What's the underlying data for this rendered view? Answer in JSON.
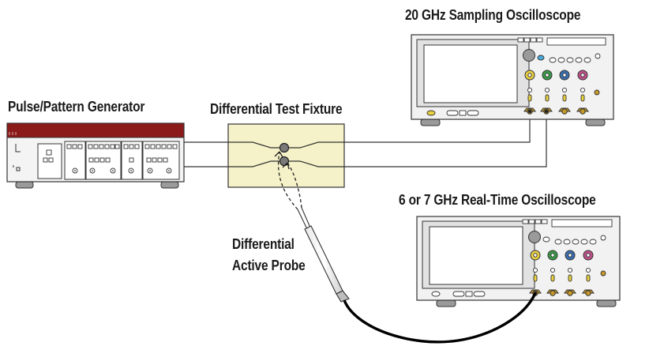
{
  "labels": {
    "sampling_scope": "20 GHz Sampling Oscilloscope",
    "pattern_generator": "Pulse/Pattern Generator",
    "test_fixture": "Differential Test Fixture",
    "realtime_scope": "6 or 7 GHz Real-Time Oscilloscope",
    "probe_line1": "Differential",
    "probe_line2": "Active Probe"
  },
  "colors": {
    "generator_band": "#8b1a1a",
    "fixture_fill": "#f5f1c8",
    "instrument_body": "#f2f2f2",
    "connector_gold": "#c79a2a",
    "knob_green": "#3a9a4a",
    "knob_blue": "#3a6fb0",
    "knob_pink": "#c0508a",
    "knob_yellow": "#e8d040",
    "cable": "#000000"
  }
}
